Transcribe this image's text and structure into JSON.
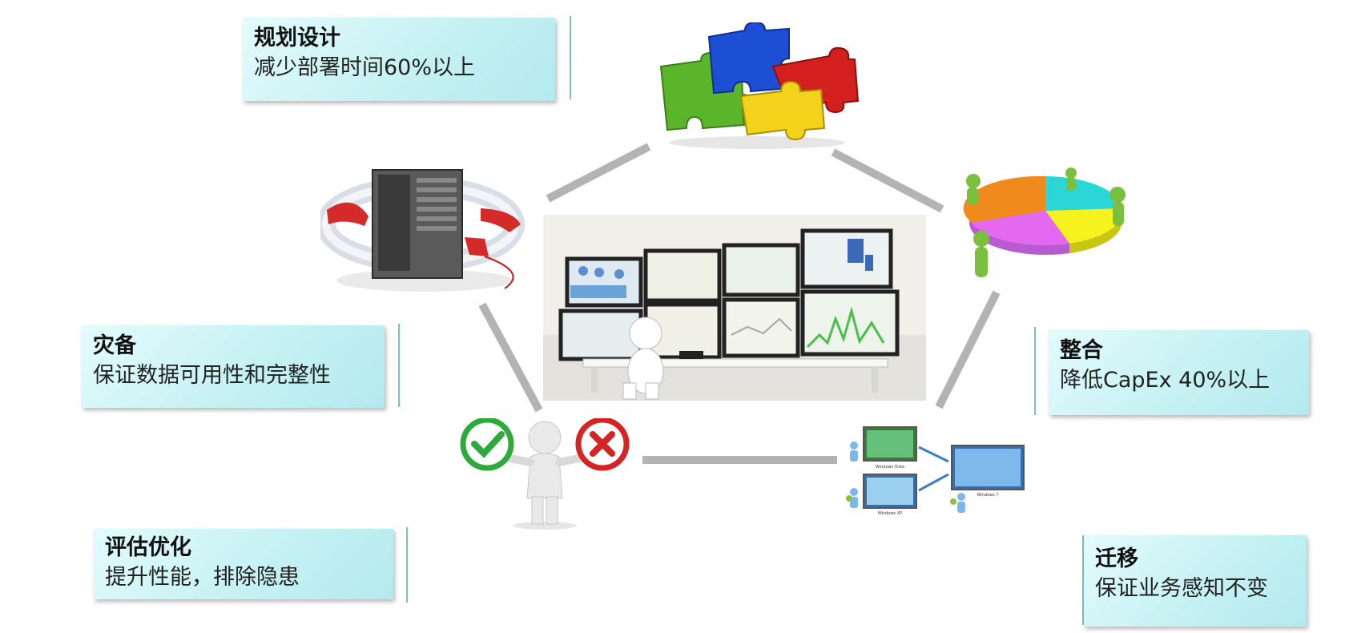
{
  "features": {
    "planning": {
      "title": "规划设计",
      "desc": "减少部署时间60%以上"
    },
    "dr": {
      "title": "灾备",
      "desc": "保证数据可用性和完整性"
    },
    "assess": {
      "title": "评估优化",
      "desc": "提升性能，排除隐患"
    },
    "integrate": {
      "title": "整合",
      "desc": "降低CapEx 40%以上"
    },
    "migrate": {
      "title": "迁移",
      "desc": "保证业务感知不变"
    }
  },
  "illustrations": {
    "puzzle": "puzzle-icon",
    "server": "server-lifebuoy-icon",
    "monitor": "control-room-icon",
    "pie": "pie-team-icon",
    "evaluate": "check-cross-person-icon",
    "migration": "windows-migration-icon"
  },
  "migration_labels": {
    "vista": "Windows Vista",
    "xp": "Windows XP",
    "seven": "Windows 7"
  },
  "colors": {
    "card": "#c6f1f3",
    "connector": "#b3b3b3",
    "leader": "#7fbfc2"
  }
}
